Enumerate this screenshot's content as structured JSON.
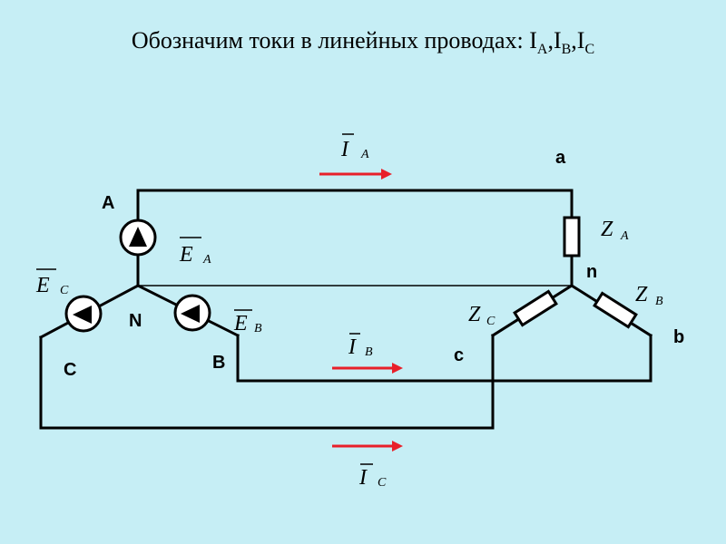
{
  "title": {
    "text": "Обозначим токи в линейных проводах: ",
    "i1": "I",
    "s1": "A",
    "sep1": ",",
    "i2": "I",
    "s2": "B",
    "sep2": ",",
    "i3": "I",
    "s3": "C"
  },
  "nodes": {
    "A": "A",
    "B": "B",
    "C": "C",
    "N": "N",
    "a": "a",
    "b": "b",
    "c": "c",
    "n": "n"
  },
  "symbols": {
    "I_A": {
      "main": "I",
      "sub": "A"
    },
    "I_B": {
      "main": "I",
      "sub": "B"
    },
    "I_C": {
      "main": "I",
      "sub": "C"
    },
    "E_A": {
      "main": "E",
      "sub": "A"
    },
    "E_B": {
      "main": "E",
      "sub": "B"
    },
    "E_C": {
      "main": "E",
      "sub": "C"
    },
    "Z_A": {
      "main": "Z",
      "sub": "A"
    },
    "Z_B": {
      "main": "Z",
      "sub": "B"
    },
    "Z_C": {
      "main": "Z",
      "sub": "C"
    }
  },
  "colors": {
    "background": "#c6eef5",
    "arrow": "#e8202a",
    "line": "#000000"
  }
}
